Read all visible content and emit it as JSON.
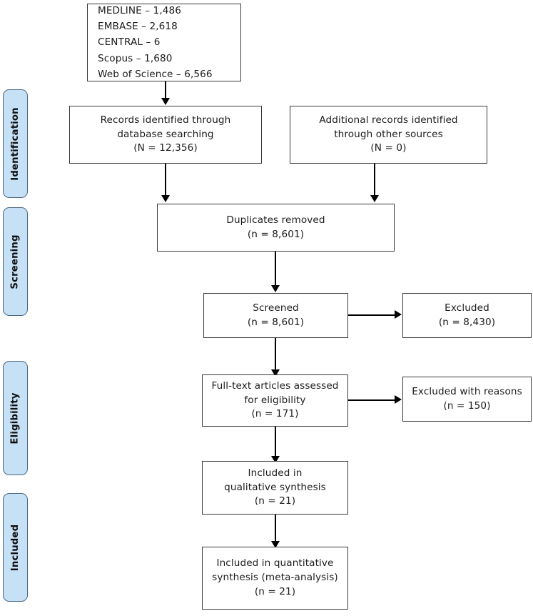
{
  "diagram": {
    "type": "prisma-flow-diagram",
    "background_color": "#ffffff",
    "box_border_color": "#3a3a3a",
    "pill_fill_color": "#c6e0f5",
    "pill_border_color": "#4a6883",
    "connector_color": "#000000"
  },
  "stages": [
    {
      "label": "Identification"
    },
    {
      "label": "Screening"
    },
    {
      "label": "Eligibility"
    },
    {
      "label": "Included"
    }
  ],
  "boxes": {
    "databases": {
      "lines": "MEDLINE – 1,486\nEMBASE – 2,618\nCENTRAL – 6\nScopus – 1,680\nWeb of Science – 6,566",
      "sources": [
        {
          "name": "MEDLINE",
          "count": "1,486"
        },
        {
          "name": "EMBASE",
          "count": "2,618"
        },
        {
          "name": "CENTRAL",
          "count": "6"
        },
        {
          "name": "Scopus",
          "count": "1,680"
        },
        {
          "name": "Web of Science",
          "count": "6,566"
        }
      ]
    },
    "records_identified": {
      "text": "Records identified through\ndatabase searching\n(N = 12,356)",
      "count": "12,356"
    },
    "additional_records": {
      "text": "Additional records identified\nthrough other sources\n(N = 0)",
      "count": "0"
    },
    "duplicates_removed": {
      "text": "Duplicates removed\n(n = 8,601)",
      "count": "8,601"
    },
    "screened": {
      "text": "Screened\n(n = 8,601)",
      "count": "8,601"
    },
    "excluded": {
      "text": "Excluded\n(n = 8,430)",
      "count": "8,430"
    },
    "fulltext_assessed": {
      "text": "Full-text articles assessed\nfor eligibility\n(n = 171)",
      "count": "171"
    },
    "excluded_with_reasons": {
      "text": "Excluded with reasons\n(n = 150)",
      "count": "150"
    },
    "qualitative_synthesis": {
      "text": "Included in\nqualitative synthesis\n(n = 21)",
      "count": "21"
    },
    "quantitative_synthesis": {
      "text": "Included in quantitative\nsynthesis (meta-analysis)\n(n = 21)",
      "count": "21"
    }
  }
}
